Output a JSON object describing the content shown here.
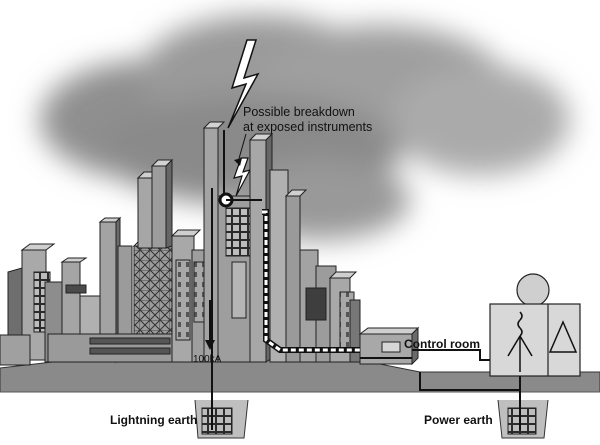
{
  "labels": {
    "breakdown_line1": "Possible breakdown",
    "breakdown_line2": "at exposed instruments",
    "current": "100kA",
    "control_room": "Control room",
    "lightning_earth": "Lightning earth",
    "power_earth": "Power earth"
  },
  "colors": {
    "cloud": "#9a9a9a",
    "building_face": "#a8a8a8",
    "building_side": "#6e6e6e",
    "building_dark": "#4a4a4a",
    "ground": "#7a7a7a",
    "lightning_fill": "#ffffff",
    "outline": "#111111"
  }
}
